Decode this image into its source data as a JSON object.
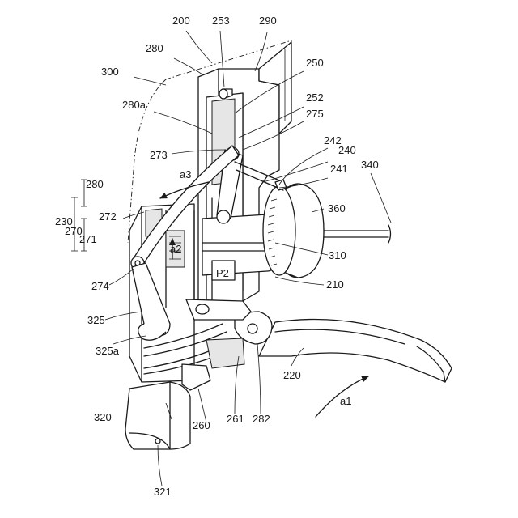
{
  "labels": {
    "l200": "200",
    "l253": "253",
    "l290": "290",
    "l280_top": "280",
    "l300": "300",
    "l250": "250",
    "l280a": "280a",
    "l252": "252",
    "l275": "275",
    "l242": "242",
    "l240": "240",
    "l273": "273",
    "l241": "241",
    "l340": "340",
    "la3": "a3",
    "l280_side": "280",
    "l230": "230",
    "l270": "270",
    "l272": "272",
    "l271": "271",
    "l360": "360",
    "la2": "a2",
    "l310": "310",
    "lP2": "P2",
    "l274": "274",
    "l210": "210",
    "l325": "325",
    "l325a": "325a",
    "l220": "220",
    "la1": "a1",
    "l320": "320",
    "l260": "260",
    "l261": "261",
    "l282": "282",
    "l321": "321"
  }
}
